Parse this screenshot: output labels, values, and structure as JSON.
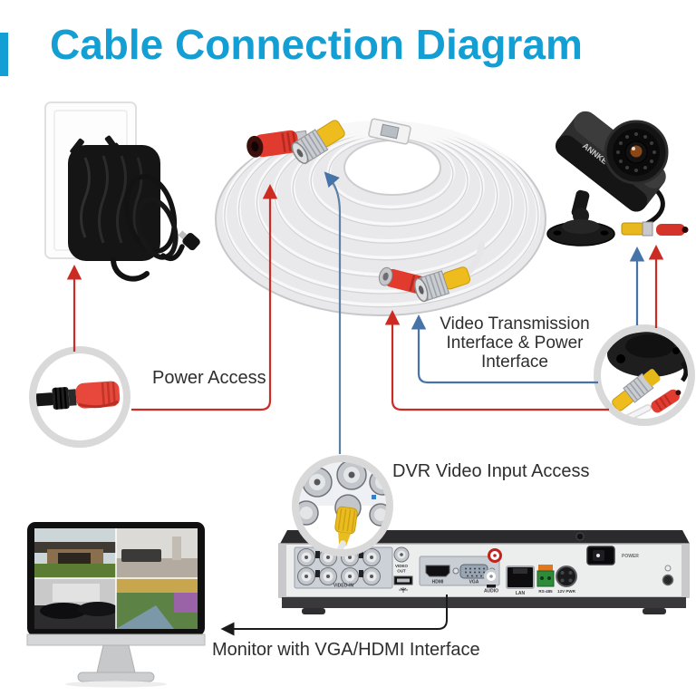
{
  "header": {
    "title": "Cable Connection Diagram"
  },
  "labels": {
    "power_access": "Power Access",
    "video_interface": "Video Transmission\nInterface & Power\nInterface",
    "dvr_input": "DVR Video Input Access",
    "monitor": "Monitor with VGA/HDMI Interface"
  },
  "camera": {
    "brand": "ANNKE"
  },
  "dvr": {
    "ports": {
      "video_in": "VIDEO-IN",
      "video_out_1": "VIDEO",
      "video_out_2": "OUT",
      "hdmi": "HDMI",
      "vga": "VGA",
      "audio": "AUDIO",
      "lan": "LAN",
      "rs485": "RS-485",
      "dc12v": "12V PWR",
      "power": "POWER"
    }
  },
  "colors": {
    "accent": "#149fd4",
    "line_red": "#cc2b24",
    "line_blue": "#4673a8",
    "line_black": "#1a1a1a"
  }
}
